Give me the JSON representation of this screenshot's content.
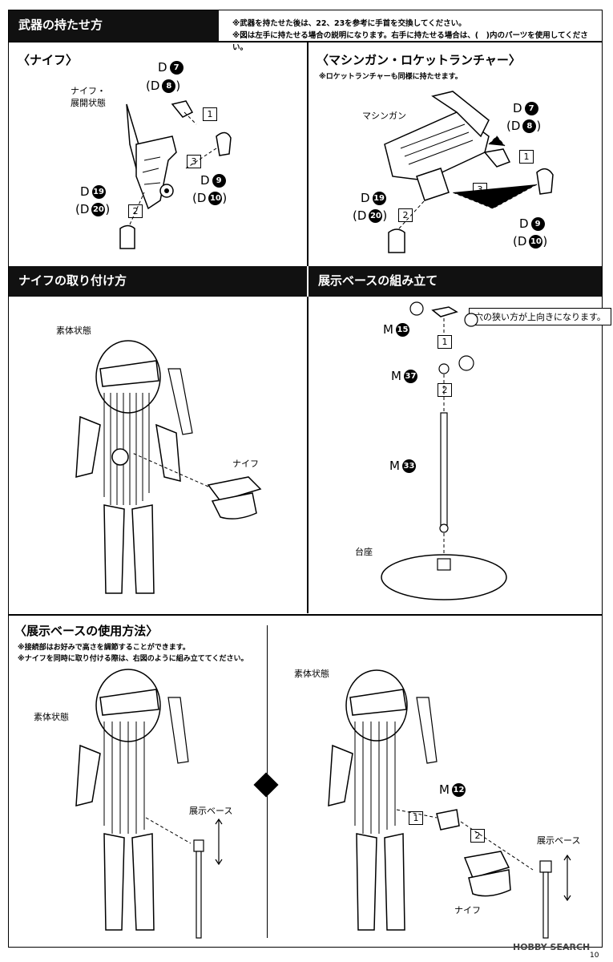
{
  "header": {
    "title": "武器の持たせ方",
    "note_1": "※武器を持たせた後は、22、23を参考に手首を交換してください。",
    "note_2": "※図は左手に持たせる場合の説明になります。右手に持たせる場合は、(　)内のパーツを使用してください。"
  },
  "knife_section": {
    "title": "〈ナイフ〉",
    "label_knife_state": "ナイフ・\n展開状態",
    "part_top": "D",
    "part_top_num": "7",
    "part_top_alt": "(D",
    "part_top_alt_num": "8",
    "close": ")",
    "part_mid": "D",
    "part_mid_num": "9",
    "part_mid_alt": "(D",
    "part_mid_alt_num": "10",
    "part_hand": "D",
    "part_hand_num": "19",
    "part_hand_alt": "(D",
    "part_hand_alt_num": "20",
    "steps": [
      "1",
      "2",
      "3"
    ]
  },
  "gun_section": {
    "title": "〈マシンガン・ロケットランチャー〉",
    "note": "※ロケットランチャーも同様に持たせます。",
    "label_machinegun": "マシンガン",
    "part_top": "D",
    "part_top_num": "7",
    "part_top_alt": "(D",
    "part_top_alt_num": "8",
    "part_mid": "D",
    "part_mid_num": "9",
    "part_mid_alt": "(D",
    "part_mid_alt_num": "10",
    "part_hand": "D",
    "part_hand_num": "19",
    "part_hand_alt": "(D",
    "part_hand_alt_num": "20",
    "steps": [
      "1",
      "2",
      "3"
    ]
  },
  "knife_attach_section": {
    "title": "ナイフの取り付け方",
    "label_body": "素体状態",
    "label_knife": "ナイフ"
  },
  "base_assembly_section": {
    "title": "展示ベースの組み立て",
    "callout": "穴の狭い方が上向きになります。",
    "part_m15": "M",
    "part_m15_num": "15",
    "part_m37": "M",
    "part_m37_num": "37",
    "part_m33": "M",
    "part_m33_num": "33",
    "label_base": "台座",
    "steps": [
      "1",
      "2"
    ]
  },
  "base_usage_section": {
    "title": "〈展示ベースの使用方法〉",
    "note_1": "※接続部はお好みで高さを調節することができます。",
    "note_2": "※ナイフを同時に取り付ける際は、右図のように組み立ててください。",
    "left_label_body": "素体状態",
    "left_label_base": "展示ベース",
    "right_label_body": "素体状態",
    "right_part": "M",
    "right_part_num": "12",
    "right_label_knife": "ナイフ",
    "right_label_base": "展示ベース",
    "steps": [
      "1",
      "2"
    ]
  },
  "footer": {
    "watermark": "HOBBY SEARCH",
    "page_number": "10"
  }
}
